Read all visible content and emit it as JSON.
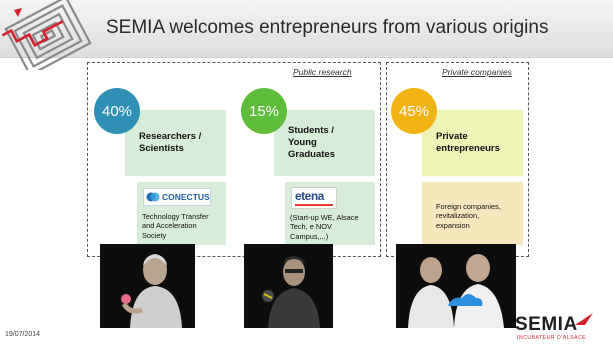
{
  "header": {
    "title": "SEMIA welcomes entrepreneurs from various origins"
  },
  "groups": {
    "public_label": "Public research",
    "private_label": "Private companies"
  },
  "categories": [
    {
      "percent": "40%",
      "percent_value": 40,
      "label_line1": "Researchers /",
      "label_line2": "Scientists",
      "partner_logo": "Conectus",
      "partner_text_line1": "Technology Transfer",
      "partner_text_line2": "and Acceleration",
      "partner_text_line3": "Society"
    },
    {
      "percent": "15%",
      "percent_value": 15,
      "label_line1": "Students /",
      "label_line2": "Young",
      "label_line3": "Graduates",
      "partner_logo": "etena",
      "partner_text_line1": "(Start-up WE, Alsace",
      "partner_text_line2": "Tech, e NOV",
      "partner_text_line3": "Campus,...)"
    },
    {
      "percent": "45%",
      "percent_value": 45,
      "label_line1": "Private",
      "label_line2": "entrepreneurs",
      "partner_text_line1": "Foreign companies,",
      "partner_text_line2": "revitalization,",
      "partner_text_line3": "expansion"
    }
  ],
  "footer": {
    "date": "19/07/2014",
    "brand": "SEMIA",
    "brand_tagline": "INCUBATEUR D'ALSACE"
  },
  "colors": {
    "circle_blue": "#2f8fb4",
    "circle_green": "#5dbd3a",
    "circle_yellow": "#f2b315",
    "box_green": "#d7ecd9",
    "box_yellow": "#eef4b6",
    "box_peach": "#f7e7bd",
    "brand_red": "#d31f26"
  }
}
